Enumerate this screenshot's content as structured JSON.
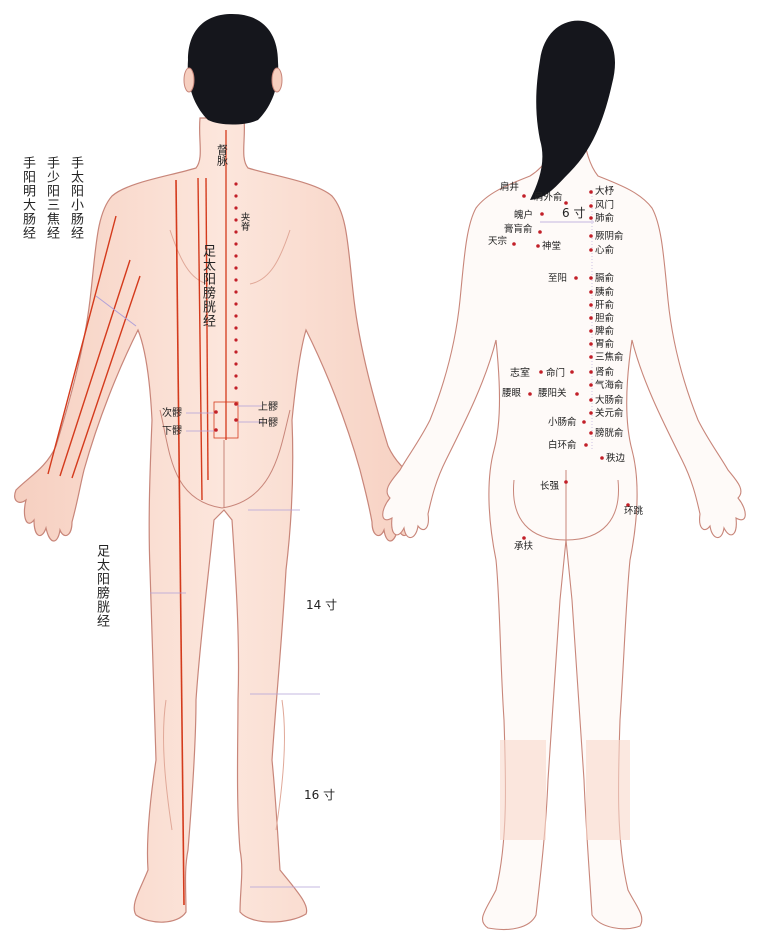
{
  "colors": {
    "skin": "#f8d9cc",
    "skin_light": "#fcebe3",
    "outline": "#c8867a",
    "hair": "#15161c",
    "meridian": "#d43a1c",
    "point": "#c21f28",
    "guide": "#b0a0d8"
  },
  "left_figure": {
    "arm_meridians": [
      {
        "name": "手太阳小肠经"
      },
      {
        "name": "手少阳三焦经"
      },
      {
        "name": "手阳明大肠经"
      }
    ],
    "leg_meridian_label": "足太阳膀胱经",
    "back_meridian_label": "足太阳膀胱经",
    "points": {
      "spine_top": "督脉",
      "jiaji": "夹脊",
      "shangliao": "上髎",
      "ciliao": "次髎",
      "zhongliao": "中髎",
      "xialiao": "下髎"
    },
    "measures": {
      "upper": "14 寸",
      "lower": "16 寸"
    }
  },
  "right_figure": {
    "measure": "6 寸",
    "points": {
      "jianjing": "肩井",
      "jianwaishu": "肩外俞",
      "dazhu": "大杼",
      "fengmen": "风门",
      "feishu": "肺俞",
      "pohu": "魄户",
      "gaohuangshu": "膏肓俞",
      "tianzong": "天宗",
      "shentang": "神堂",
      "jueyinshu": "厥阴俞",
      "xinshu": "心俞",
      "zhiyang": "至阳",
      "geshu": "膈俞",
      "yishu": "胰俞",
      "ganshu": "肝俞",
      "danshu": "胆俞",
      "pishu": "脾俞",
      "weishu": "胃俞",
      "sanjiaoshu": "三焦俞",
      "zhishi": "志室",
      "mingmen": "命门",
      "shenshu": "肾俞",
      "qihaishu": "气海俞",
      "yaoyan": "腰眼",
      "yaoyangguan": "腰阳关",
      "dachangshu": "大肠俞",
      "guanyuanshu": "关元俞",
      "xiaochangshu": "小肠俞",
      "pangguangshu": "膀胱俞",
      "baihuanshu": "白环俞",
      "zhibian": "秩边",
      "changqiang": "长强",
      "huantiao": "环跳",
      "chengfu": "承扶"
    }
  }
}
